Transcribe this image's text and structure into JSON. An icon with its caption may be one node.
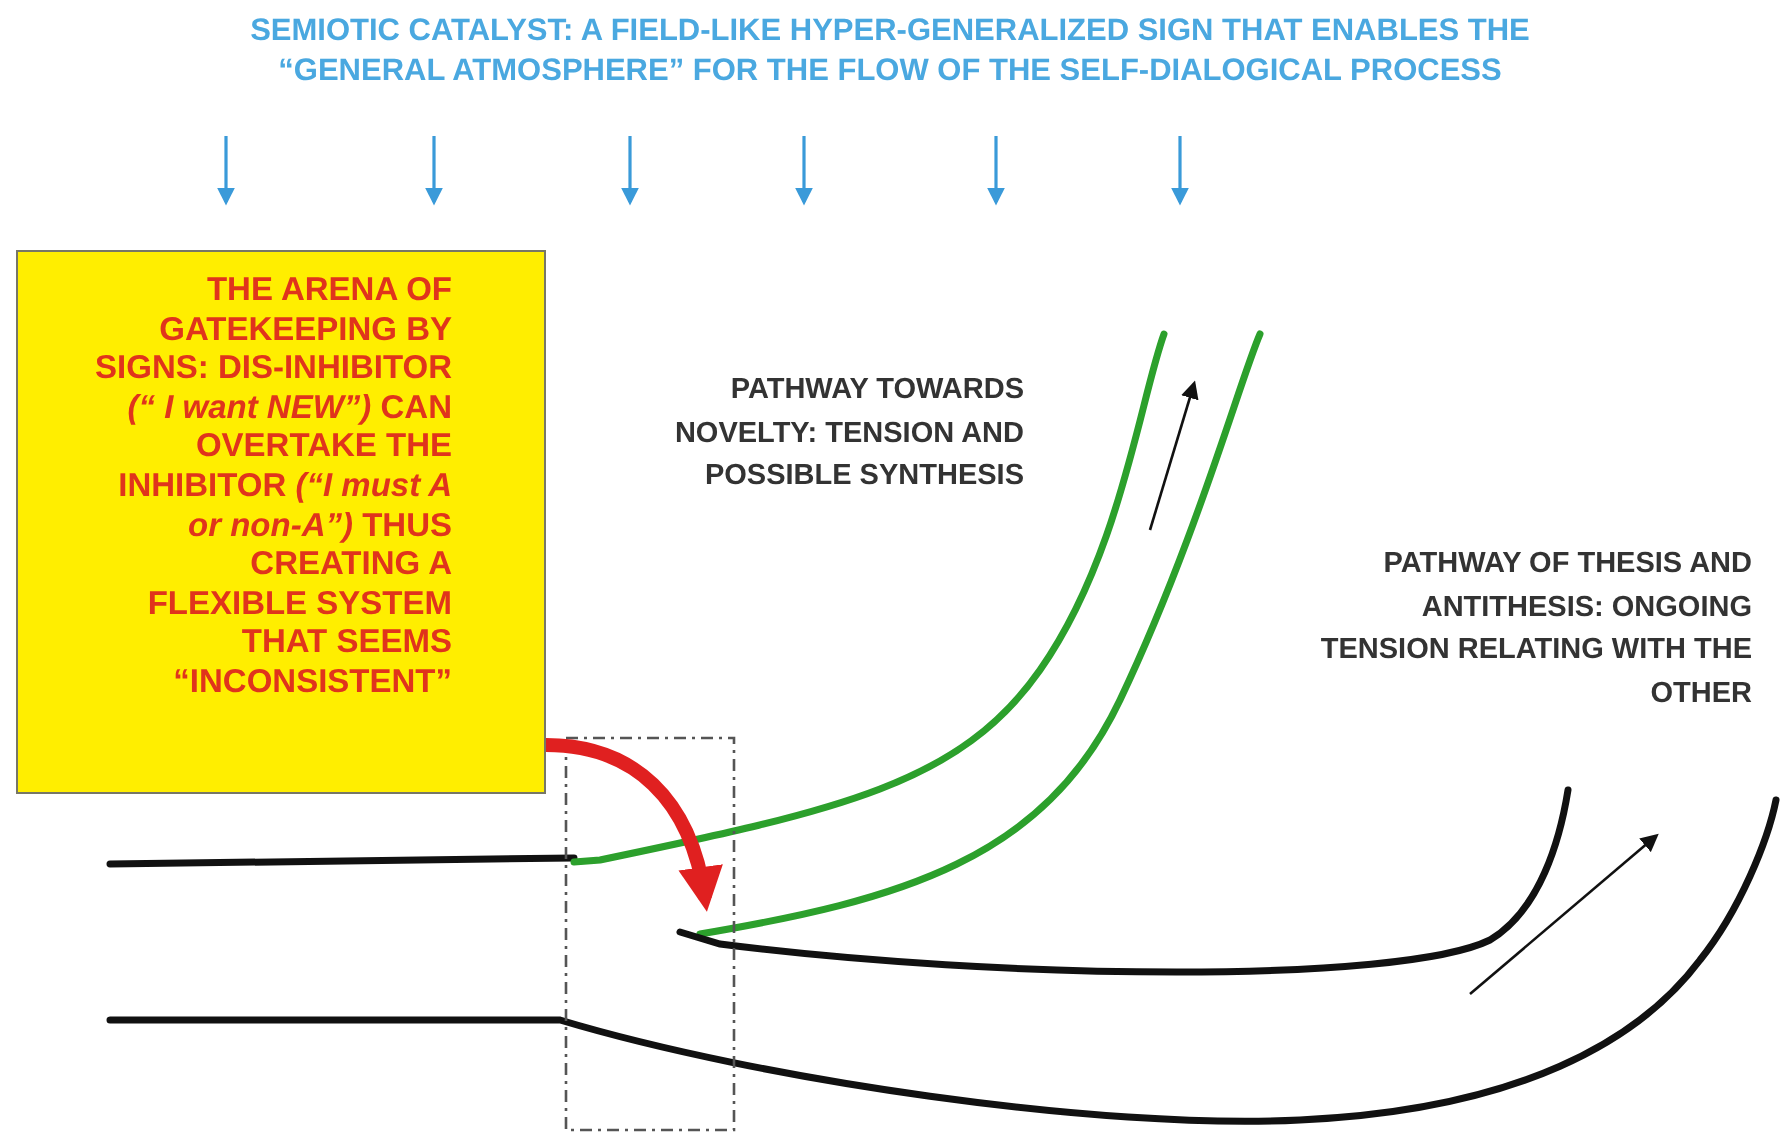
{
  "diagram": {
    "title": "SEMIOTIC CATALYST: A FIELD-LIKE HYPER-GENERALIZED SIGN THAT ENABLES THE “GENERAL ATMOSPHERE” FOR THE FLOW OF THE SELF-DIALOGICAL PROCESS",
    "nodes": [
      {
        "text": [
          "THE ARENA OF GATEKEEPING BY SIGNS: DIS-INHIBITOR *(“ I want NEW”)* CAN OVERTAKE THE INHIBITOR *(“I must A or non-A”)* THUS CREATING A FLEXIBLE SYSTEM THAT SEEMS “INCONSISTENT”"
        ]
      },
      {
        "text": [],
        "shape": "box"
      }
    ],
    "edges": [
      {
        "from": 0,
        "to": 1,
        "arrow": "to",
        "color": "#e02020"
      }
    ],
    "labels": [
      "PATHWAY TOWARDS NOVELTY: TENSION AND POSSIBLE SYNTHESIS",
      "PATHWAY OF THESIS AND ANTITHESIS: ONGOING TENSION RELATING WITH THE OTHER"
    ]
  }
}
